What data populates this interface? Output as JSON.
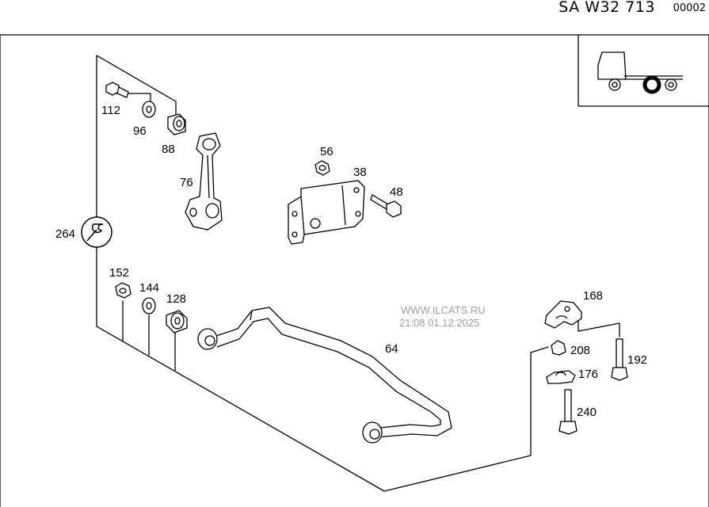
{
  "header": {
    "code": "SA W32 713",
    "number": "00002"
  },
  "watermark": {
    "site": "WWW.ILCATS.RU",
    "timestamp": "21:08 01.12.2025"
  },
  "parts": [
    {
      "id": "112"
    },
    {
      "id": "96"
    },
    {
      "id": "88"
    },
    {
      "id": "76"
    },
    {
      "id": "264"
    },
    {
      "id": "56"
    },
    {
      "id": "38"
    },
    {
      "id": "48"
    },
    {
      "id": "152"
    },
    {
      "id": "144"
    },
    {
      "id": "128"
    },
    {
      "id": "64"
    },
    {
      "id": "168"
    },
    {
      "id": "208"
    },
    {
      "id": "192"
    },
    {
      "id": "176"
    },
    {
      "id": "240"
    }
  ],
  "icons": {
    "tool": "wrench-icon",
    "vehicle": "truck-icon"
  }
}
